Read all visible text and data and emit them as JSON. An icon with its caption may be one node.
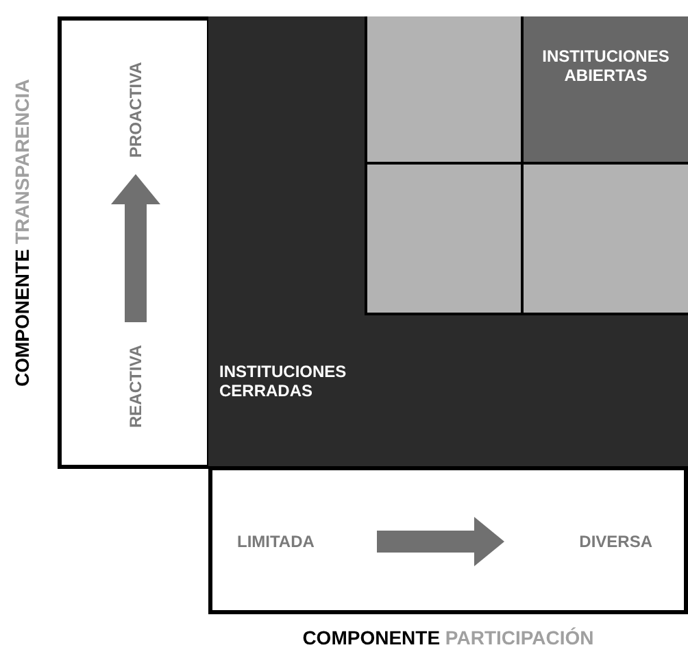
{
  "diagram": {
    "nodes": [
      {
        "text": [],
        "shape": "box"
      },
      {
        "text": [
          "PROACTIVA"
        ],
        "in": 0
      },
      {
        "text": [
          "REACTIVA"
        ],
        "in": 0
      },
      {
        "text": [
          "INSTITUCIONES CERRADAS"
        ]
      },
      {
        "text": [],
        "shape": "box",
        "in": 3
      },
      {
        "text": [
          "INSTITUCIONES ABIERTAS"
        ],
        "in": 3
      },
      {
        "text": [],
        "shape": "box",
        "in": 3
      },
      {
        "text": [],
        "shape": "box",
        "in": 3
      },
      {
        "text": [],
        "shape": "box"
      },
      {
        "text": [
          "LIMITADA"
        ],
        "in": 8
      },
      {
        "text": [
          "DIVERSA"
        ],
        "in": 8
      }
    ],
    "edges": [
      {
        "from": 2,
        "to": 1,
        "arrow": "to"
      },
      {
        "from": 9,
        "to": 10,
        "arrow": "to"
      }
    ],
    "labels": [
      "COMPONENTE TRANSPARENCIA",
      "COMPONENTE PARTICIPACIÓN"
    ]
  }
}
